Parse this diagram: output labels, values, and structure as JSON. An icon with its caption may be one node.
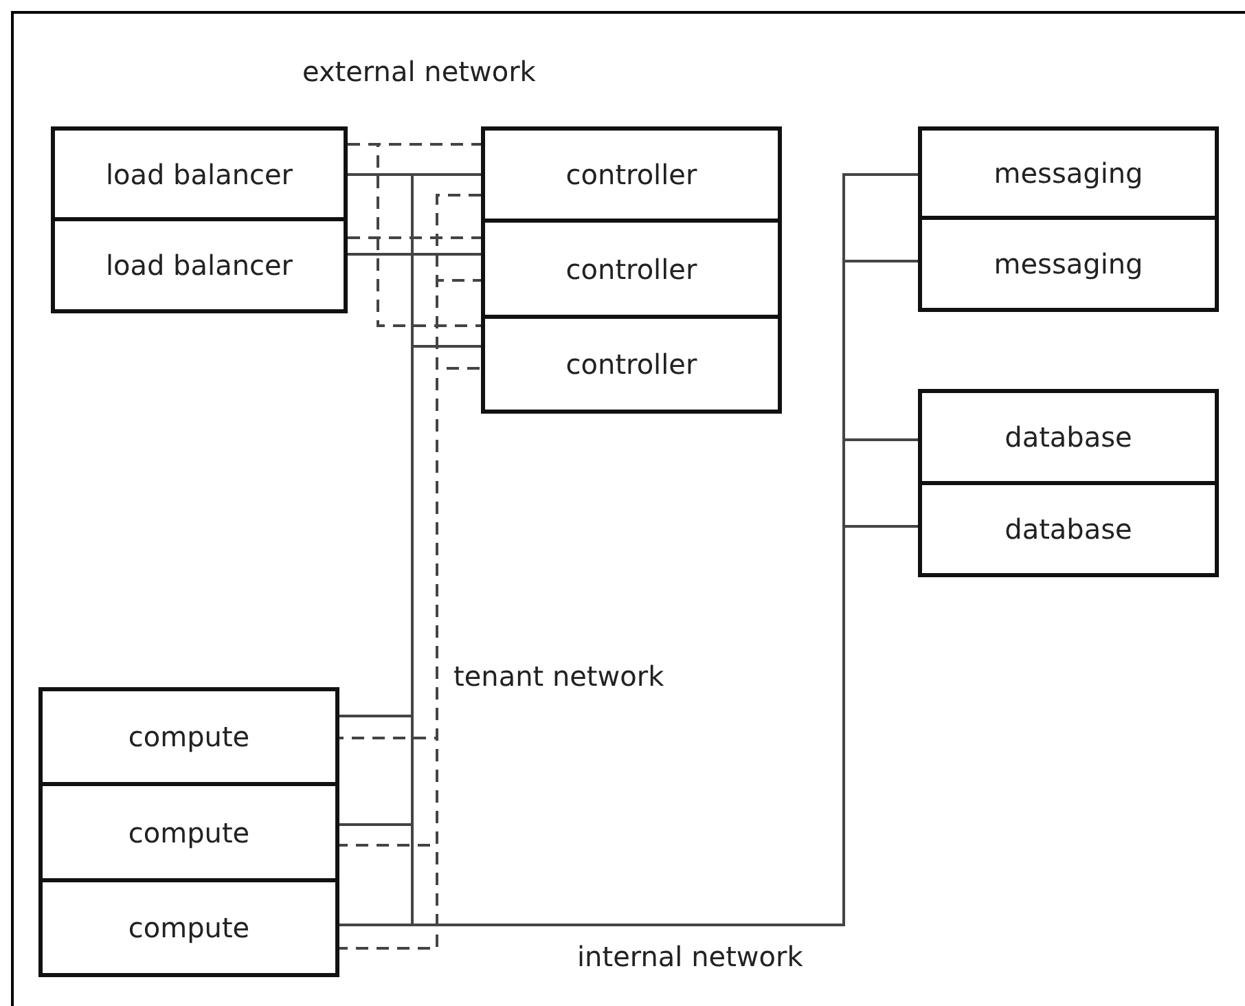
{
  "diagram": {
    "nodes": [
      {
        "text": [
          "load balancer"
        ]
      },
      {
        "text": [
          "controller"
        ]
      },
      {
        "text": [
          "messaging"
        ]
      },
      {
        "text": [
          "load balancer"
        ]
      },
      {
        "text": [
          "controller"
        ]
      },
      {
        "text": [
          "messaging"
        ]
      },
      {
        "text": [
          "controller"
        ]
      },
      {
        "text": [
          "database"
        ]
      },
      {
        "text": [
          "database"
        ]
      },
      {
        "text": [
          "compute"
        ]
      },
      {
        "text": [
          "compute"
        ]
      },
      {
        "text": [
          "compute"
        ]
      }
    ],
    "edges": [
      {
        "from": 0,
        "to": 1,
        "arrow": "none",
        "style": "dashed"
      },
      {
        "from": 3,
        "to": 4,
        "arrow": "none",
        "style": "dashed"
      },
      {
        "from": 0,
        "to": 6,
        "arrow": "none",
        "style": "dashed"
      },
      {
        "from": 0,
        "to": 1,
        "arrow": "none"
      },
      {
        "from": 3,
        "to": 4,
        "arrow": "none"
      },
      {
        "from": 0,
        "to": 6,
        "arrow": "none"
      },
      {
        "from": 0,
        "to": 9,
        "arrow": "none"
      },
      {
        "from": 0,
        "to": 10,
        "arrow": "none"
      },
      {
        "from": 0,
        "to": 11,
        "arrow": "none"
      },
      {
        "from": 0,
        "to": 2,
        "arrow": "none"
      },
      {
        "from": 0,
        "to": 5,
        "arrow": "none"
      },
      {
        "from": 0,
        "to": 7,
        "arrow": "none"
      },
      {
        "from": 0,
        "to": 8,
        "arrow": "none"
      },
      {
        "from": 1,
        "to": 4,
        "arrow": "none",
        "style": "dashed"
      },
      {
        "from": 1,
        "to": 6,
        "arrow": "none",
        "style": "dashed"
      },
      {
        "from": 1,
        "to": 9,
        "arrow": "none",
        "style": "dashed"
      },
      {
        "from": 1,
        "to": 10,
        "arrow": "none",
        "style": "dashed"
      },
      {
        "from": 1,
        "to": 11,
        "arrow": "none",
        "style": "dashed"
      }
    ],
    "labels": [
      "external network",
      "tenant network",
      "internal network"
    ]
  }
}
